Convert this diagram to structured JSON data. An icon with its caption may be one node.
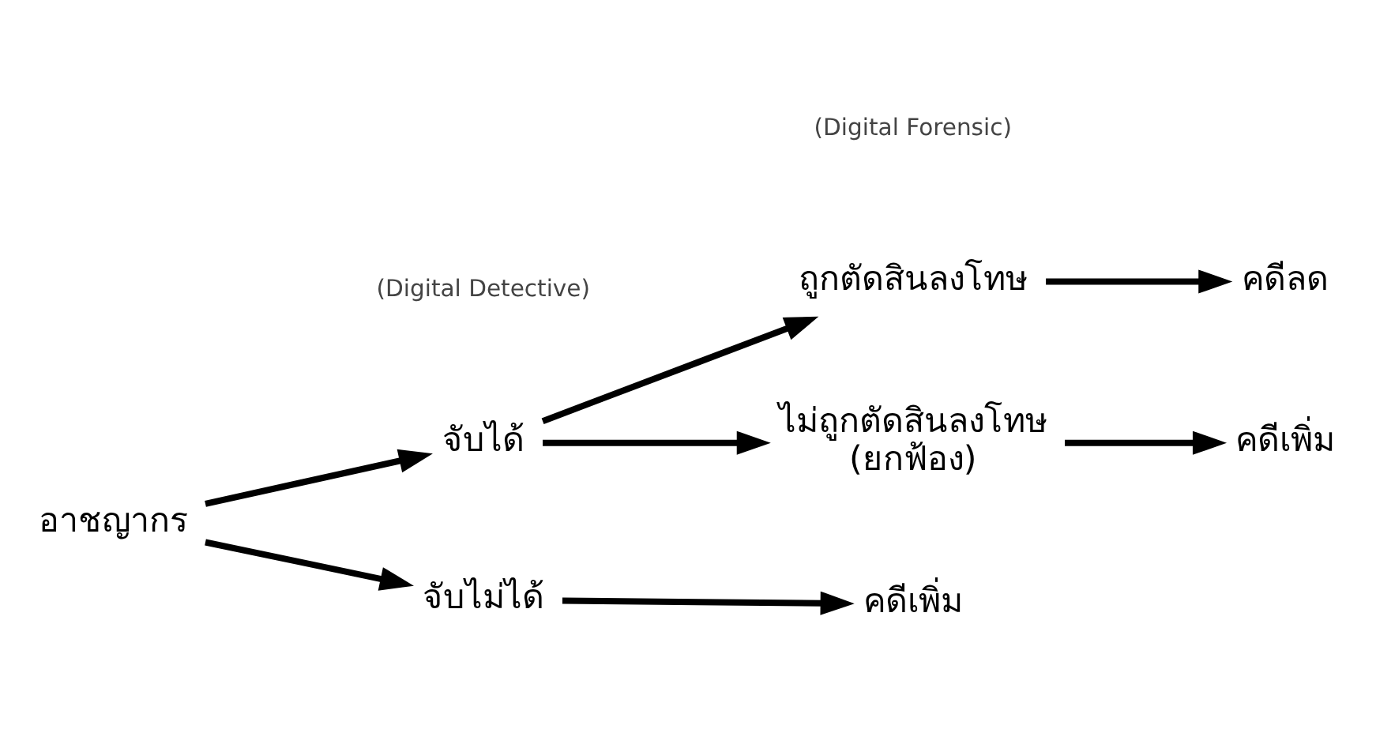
{
  "diagram": {
    "nodes": [
      {
        "text": [
          "อาชญากร"
        ]
      },
      {
        "text": [
          "จับได้"
        ]
      },
      {
        "text": [
          "จับไม่ได้"
        ]
      },
      {
        "text": [
          "ถูกตัดสินลงโทษ"
        ]
      },
      {
        "text": [
          "ไม่ถูกตัดสินลงโทษ",
          "(ยกฟ้อง)"
        ]
      },
      {
        "text": [
          "คดีลด"
        ]
      },
      {
        "text": [
          "คดีเพิ่ม"
        ]
      },
      {
        "text": [
          "คดีเพิ่ม"
        ]
      }
    ],
    "edges": [
      {
        "from": 0,
        "to": 1,
        "arrow": "to"
      },
      {
        "from": 0,
        "to": 2,
        "arrow": "to"
      },
      {
        "from": 1,
        "to": 3,
        "arrow": "to"
      },
      {
        "from": 1,
        "to": 4,
        "arrow": "to"
      },
      {
        "from": 3,
        "to": 5,
        "arrow": "to"
      },
      {
        "from": 4,
        "to": 6,
        "arrow": "to"
      },
      {
        "from": 2,
        "to": 7,
        "arrow": "to"
      }
    ],
    "labels": [
      "(Digital Detective)",
      "(Digital Forensic)"
    ]
  }
}
